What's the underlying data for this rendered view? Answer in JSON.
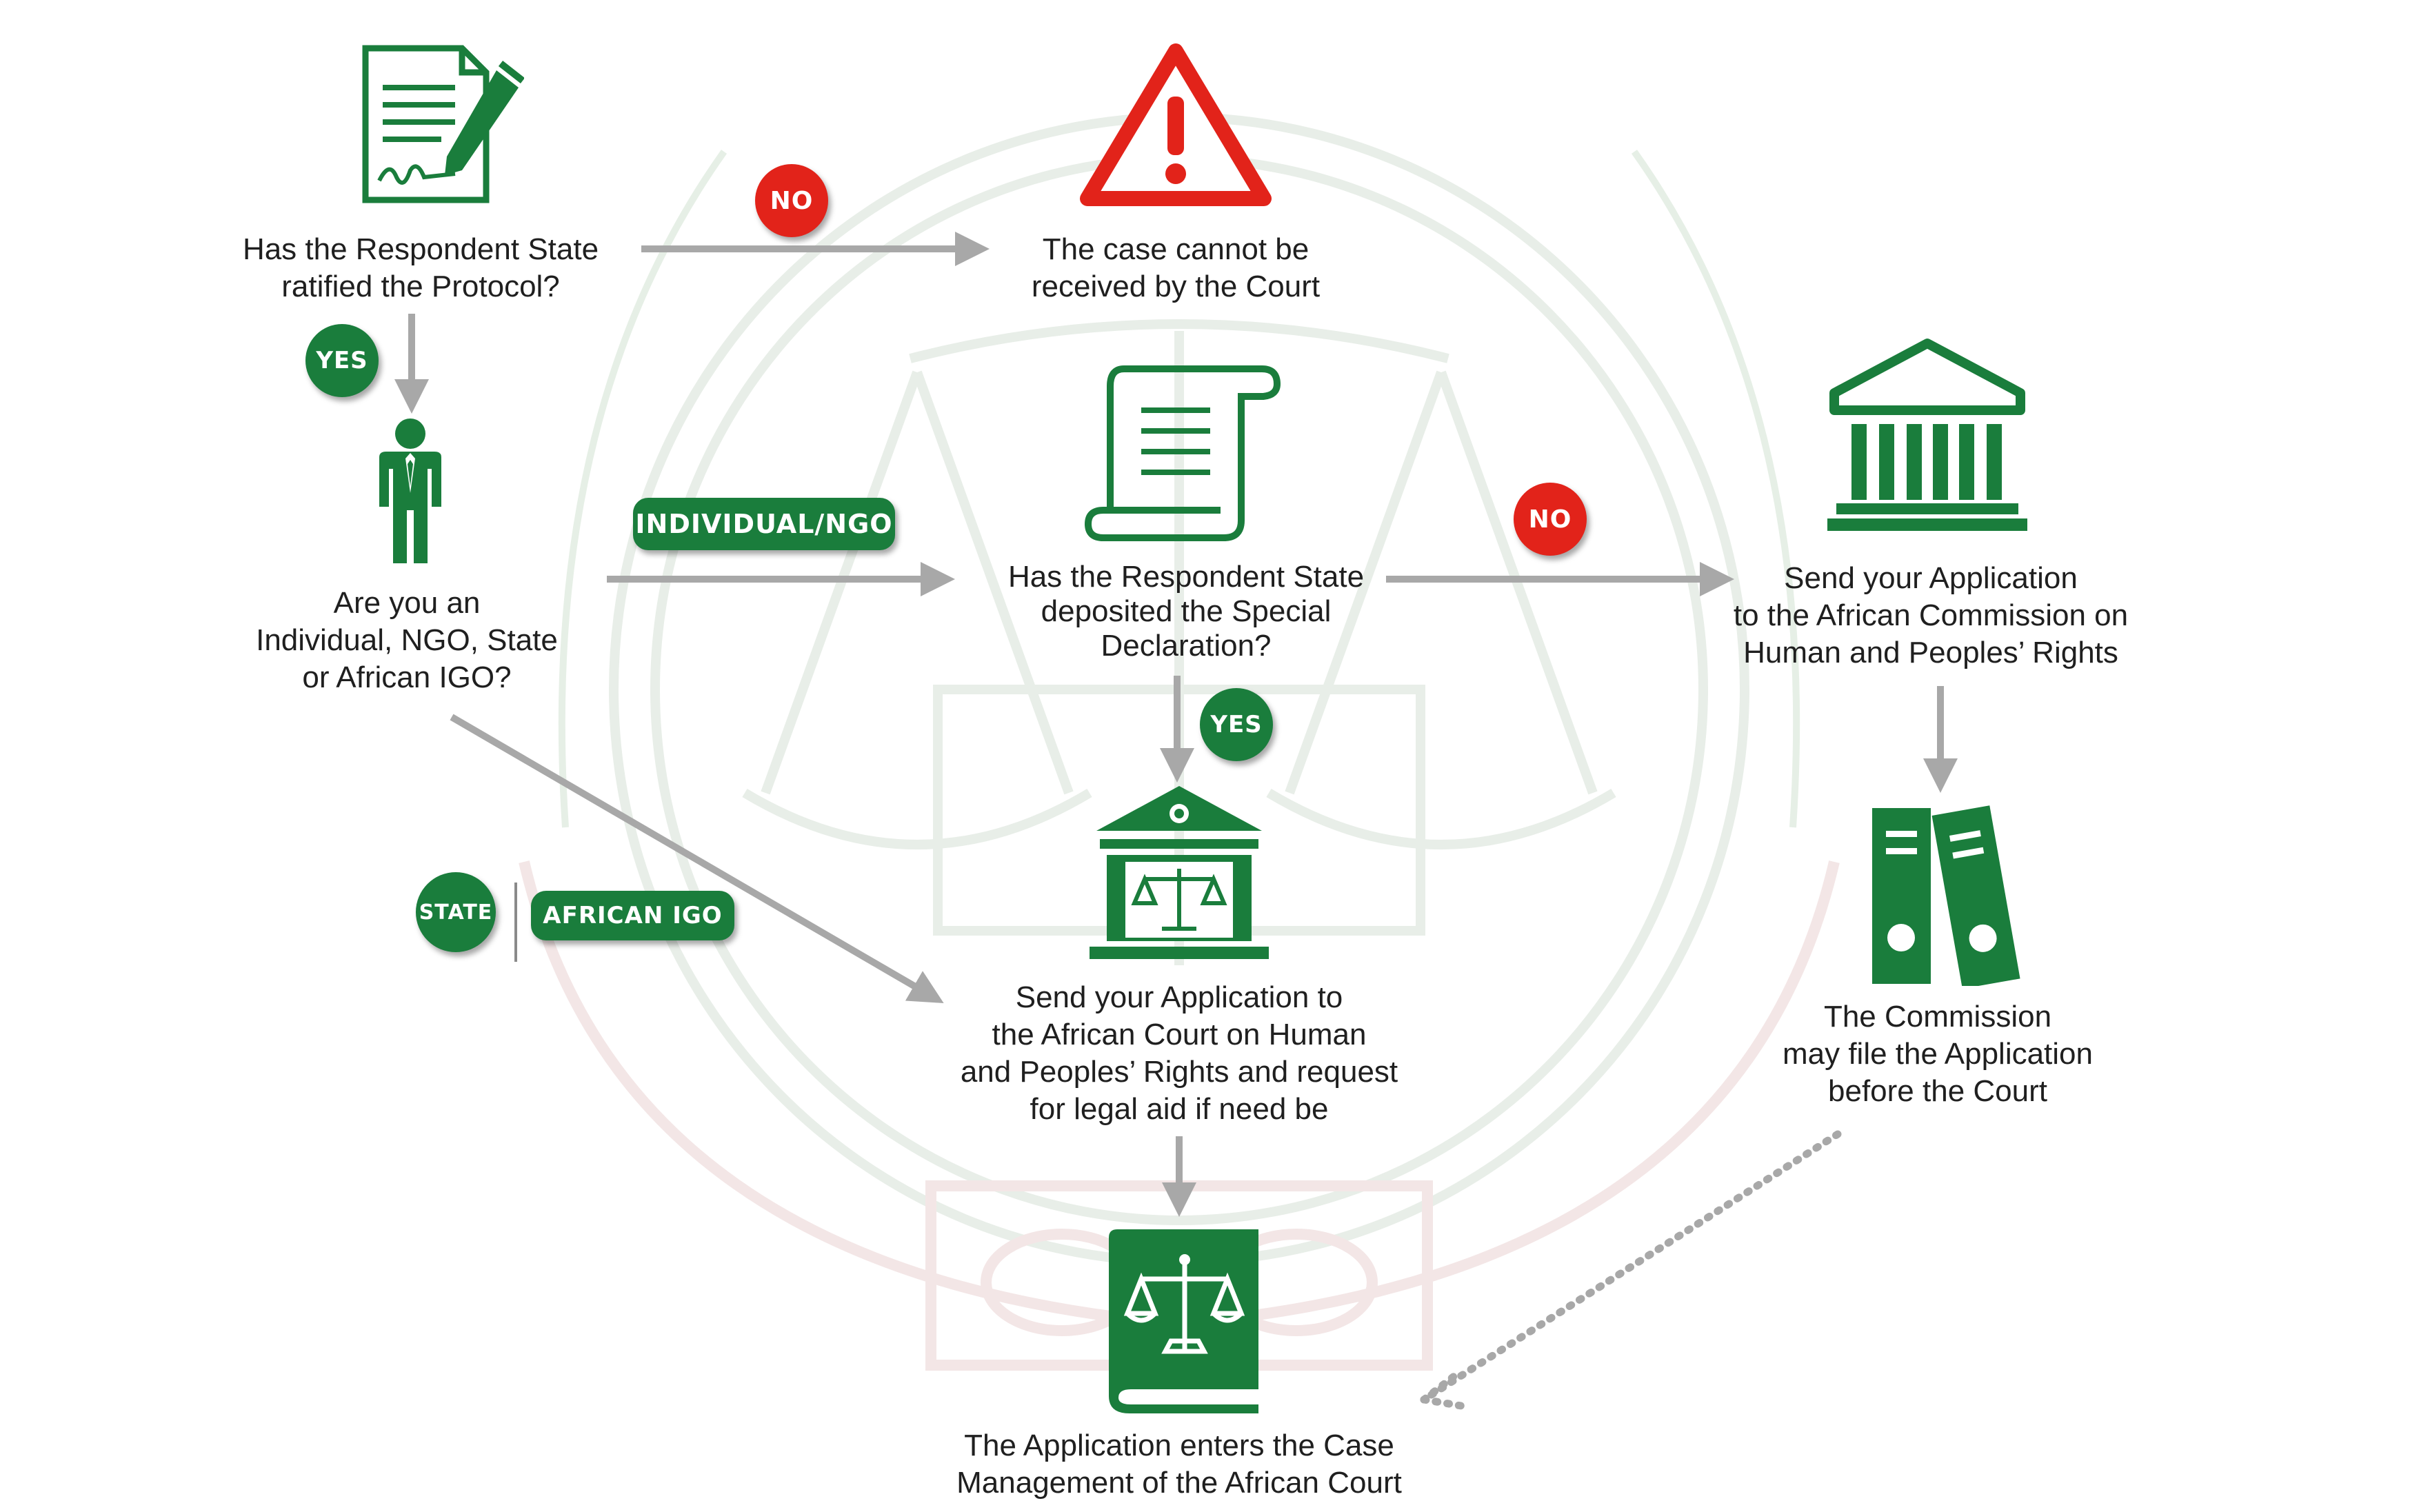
{
  "colors": {
    "green": "#1a7d3c",
    "red": "#e2231a",
    "arrow": "#a8a8a8",
    "watermark": "#e9efe9"
  },
  "nodes": {
    "ratified": {
      "icon": "signed-document-icon",
      "line1": "Has the Respondent State",
      "line2": "ratified the Protocol?"
    },
    "not_received": {
      "icon": "warning-triangle-icon",
      "line1": "The case cannot be",
      "line2": "received by the Court"
    },
    "applicant_type": {
      "icon": "person-icon",
      "line1": "Are you an",
      "line2": "Individual, NGO, State",
      "line3": "or African IGO?"
    },
    "declaration": {
      "icon": "scroll-icon",
      "line1": "Has the Respondent State",
      "line2": "deposited the Special",
      "line3": "Declaration?"
    },
    "commission": {
      "icon": "institution-building-icon",
      "line1": "Send your Application",
      "line2": "to the African Commission on",
      "line3": "Human and Peoples’ Rights"
    },
    "court": {
      "icon": "court-building-icon",
      "line1": "Send your Application to",
      "line2": "the African Court on Human",
      "line3": "and Peoples’ Rights and request",
      "line4": "for legal aid if need be"
    },
    "commission_file": {
      "icon": "binders-icon",
      "line1": "The Commission",
      "line2": "may file the Application",
      "line3": "before the Court"
    },
    "case_management": {
      "icon": "law-book-icon",
      "line1": "The Application enters the Case",
      "line2": "Management of the African Court"
    }
  },
  "badges": {
    "no_1": "NO",
    "yes_1": "YES",
    "individual_ngo": "INDIVIDUAL/NGO",
    "no_2": "NO",
    "yes_2": "YES",
    "state": "STATE",
    "african_igo": "AFRICAN IGO"
  }
}
